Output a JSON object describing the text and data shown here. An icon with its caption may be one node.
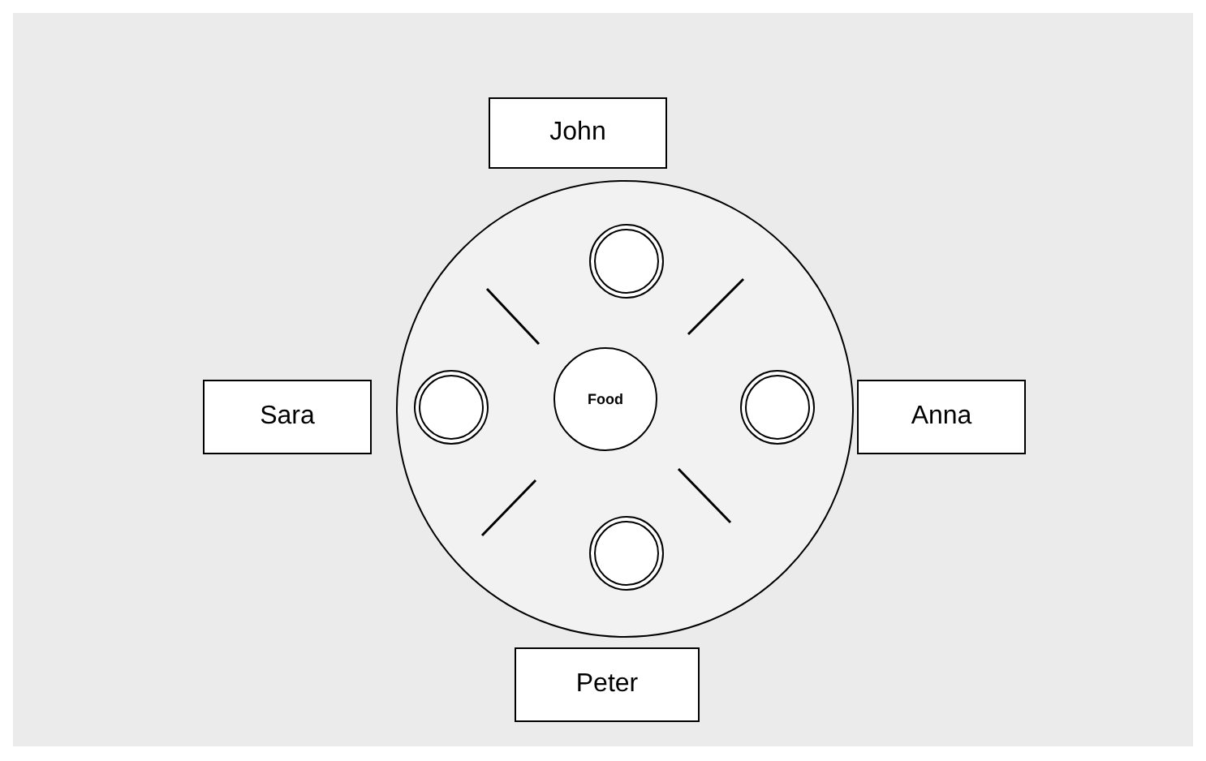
{
  "diagram": {
    "nodes": [
      {
        "text": [
          "John"
        ]
      },
      {
        "text": [],
        "shape": "circle"
      },
      {
        "text": [],
        "shape": "circle",
        "in": 1
      },
      {
        "text": [],
        "shape": "circle",
        "in": 1
      },
      {
        "text": [
          "Food"
        ],
        "in": 1
      },
      {
        "text": [],
        "shape": "circle",
        "in": 1
      },
      {
        "text": [],
        "shape": "circle",
        "in": 1
      },
      {
        "text": [
          "Sara"
        ]
      },
      {
        "text": [
          "Anna"
        ]
      },
      {
        "text": [
          "Peter"
        ]
      }
    ],
    "edges": []
  }
}
